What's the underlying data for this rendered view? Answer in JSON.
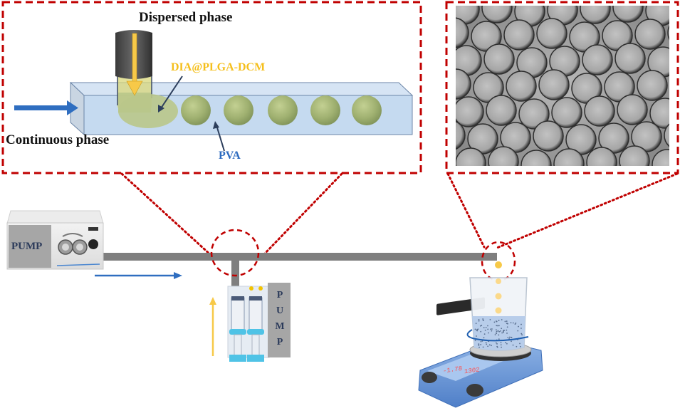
{
  "figure": {
    "type": "microfluidic droplet generation schematic",
    "inset_left": {
      "labels": {
        "dispersed_phase": "Dispersed phase",
        "dia_plga_dcm": "DIA@PLGA-DCM",
        "continuous_phase": "Continuous phase",
        "pva": "PVA"
      },
      "droplet_count": 5
    },
    "inset_right": {
      "description": "micrograph of monodisperse microspheres"
    },
    "setup": {
      "continuous_pump_label": "PUMP",
      "syringe_pump_label": "PUMP",
      "syringe_pump_letters": [
        "P",
        "U",
        "M",
        "P"
      ],
      "stirrer_display_left": "-1.78",
      "stirrer_display_right": "1302"
    },
    "colors": {
      "zoom_frame": "#c00000",
      "channel": "#c5daf0",
      "droplet": "#a7b878",
      "flow_arrow_continuous": "#2f6ec0",
      "flow_arrow_dispersed": "#f7c948",
      "tubing": "#7f7f7f",
      "label_yellow": "#f5bf1c",
      "label_blue": "#2d6bbf"
    }
  }
}
